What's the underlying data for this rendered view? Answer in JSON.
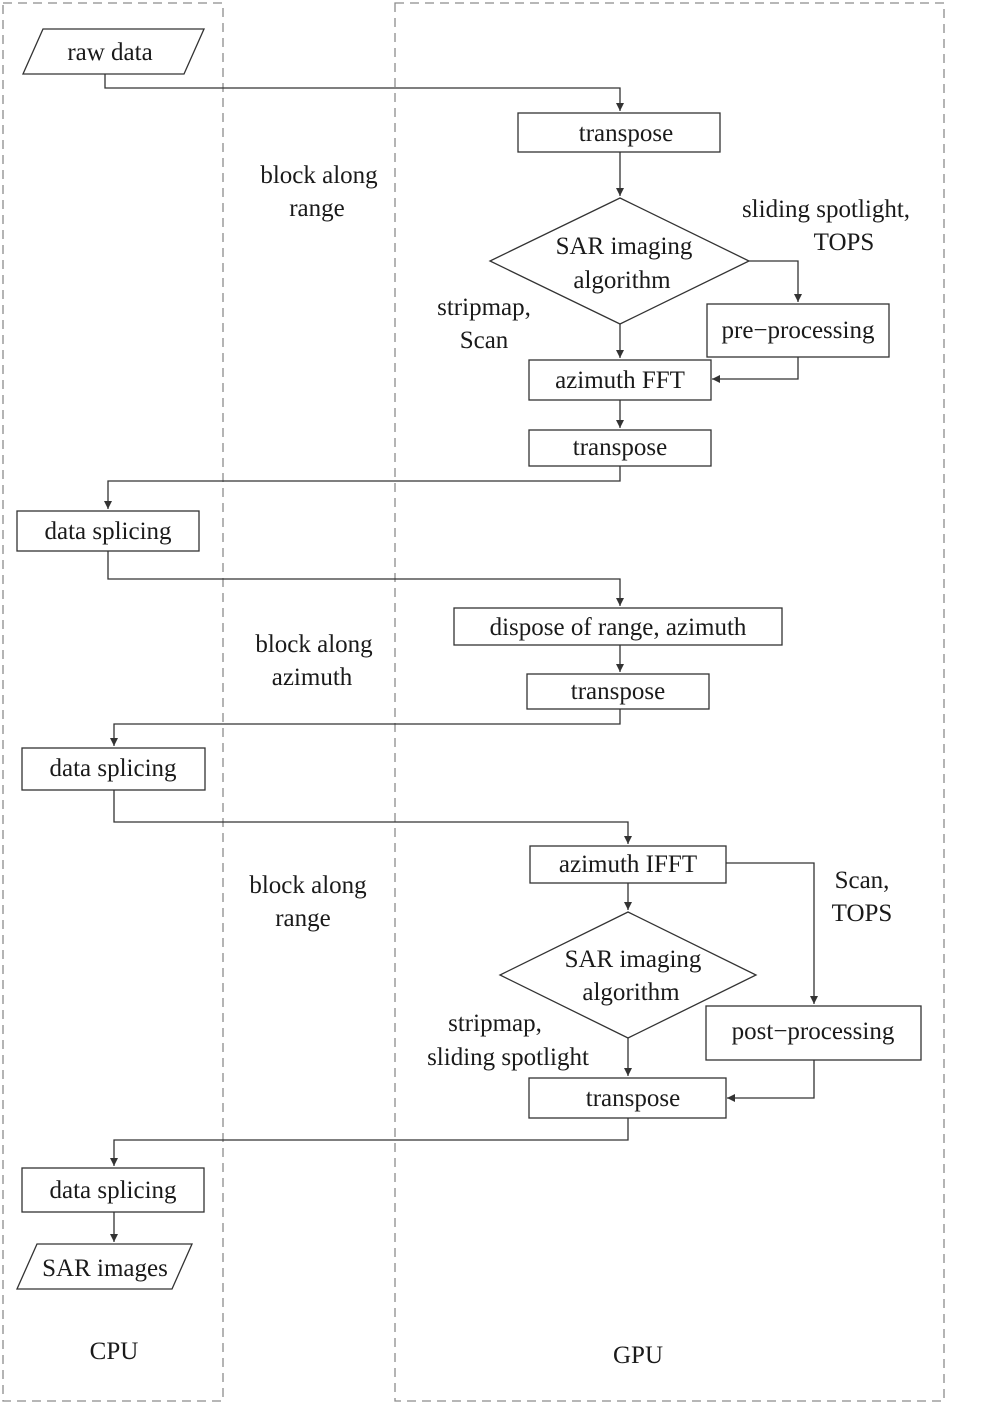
{
  "lanes": {
    "cpu": "CPU",
    "gpu": "GPU"
  },
  "nodes": {
    "raw_data": "raw data",
    "transpose_1": "transpose",
    "sar_alg_1_l1": "SAR imaging",
    "sar_alg_1_l2": "algorithm",
    "pre_processing": "pre−processing",
    "azimuth_fft": "azimuth  FFT",
    "transpose_2": "transpose",
    "data_splicing_1": "data splicing",
    "dispose_range_azimuth": "dispose of range, azimuth",
    "transpose_3": "transpose",
    "data_splicing_2": "data splicing",
    "azimuth_ifft": "azimuth IFFT",
    "sar_alg_2_l1": "SAR imaging",
    "sar_alg_2_l2": "algorithm",
    "post_processing": "post−processing",
    "transpose_4": "transpose",
    "data_splicing_3": "data splicing",
    "sar_images": "SAR images"
  },
  "edge_labels": {
    "sliding_tops_l1": "sliding  spotlight,",
    "sliding_tops_l2": "TOPS",
    "stripmap_scan_l1": "stripmap,",
    "stripmap_scan_l2": "Scan",
    "scan_tops_l1": "Scan,",
    "scan_tops_l2": "TOPS",
    "stripmap_sliding_l1": "stripmap,",
    "stripmap_sliding_l2": "sliding spotlight"
  },
  "stage_labels": {
    "stage1_l1": "block along",
    "stage1_l2": "range",
    "stage2_l1": "block along",
    "stage2_l2": "azimuth",
    "stage3_l1": "block along",
    "stage3_l2": "range"
  }
}
